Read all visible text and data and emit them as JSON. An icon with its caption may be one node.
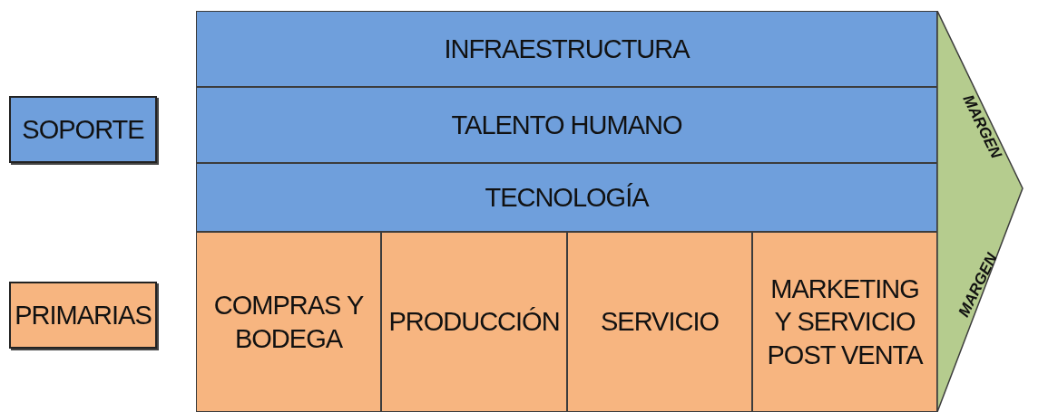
{
  "diagram": {
    "nodes": [
      {
        "text": [
          "SOPORTE"
        ]
      },
      {
        "text": [
          "PRIMARIAS"
        ]
      },
      {
        "text": [
          "INFRAESTRUCTURA"
        ]
      },
      {
        "text": [
          "TALENTO HUMANO"
        ]
      },
      {
        "text": [
          "TECNOLOGÍA"
        ]
      },
      {
        "text": [
          "COMPRAS Y BODEGA"
        ]
      },
      {
        "text": [
          "PRODUCCIÓN"
        ]
      },
      {
        "text": [
          "SERVICIO"
        ]
      },
      {
        "text": [
          "MARKETING Y SERVICIO POST VENTA"
        ]
      },
      {
        "text": [
          "MARGEN",
          "MARGEN"
        ]
      }
    ],
    "edges": []
  }
}
